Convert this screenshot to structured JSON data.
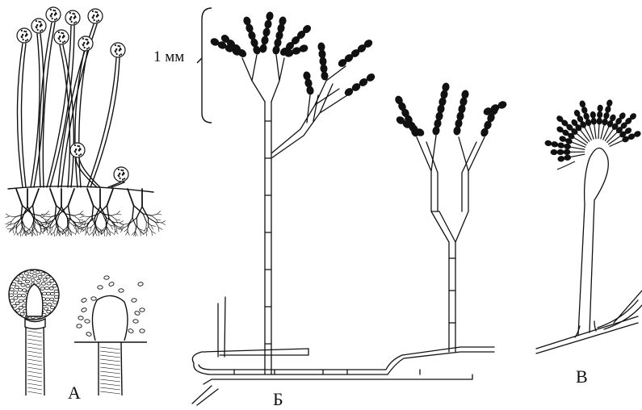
{
  "figure": {
    "scale_label": "1 мм",
    "panels": [
      {
        "id": "a",
        "label": "А"
      },
      {
        "id": "b",
        "label": "Б"
      },
      {
        "id": "v",
        "label": "В"
      }
    ],
    "colors": {
      "ink": "#111111",
      "fill": "#ffffff",
      "background": "#ffffff"
    }
  }
}
